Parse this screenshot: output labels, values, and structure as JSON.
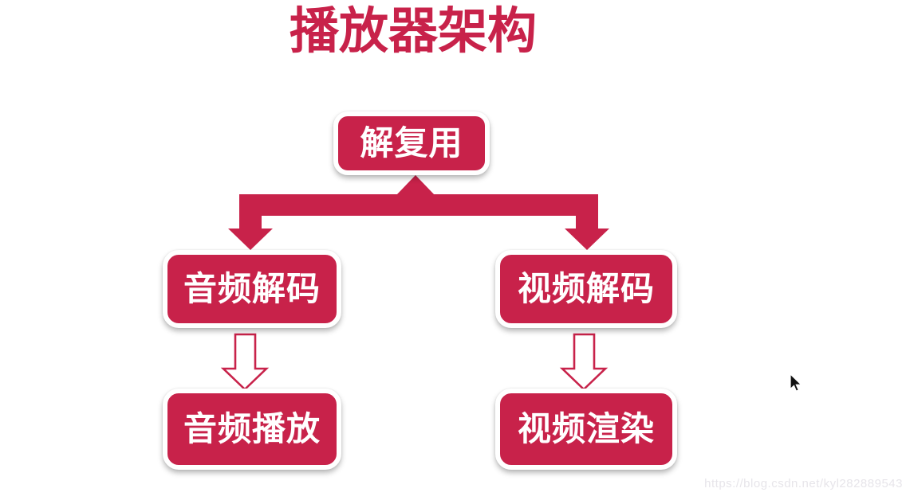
{
  "title": {
    "text": "播放器架构"
  },
  "colors": {
    "accent": "#C8224A",
    "node_fill": "#C8224A",
    "node_border": "#FFFFFF",
    "node_text": "#FFFFFF",
    "background": "#FFFFFF",
    "watermark_text": "#E7E5EA",
    "cursor_fill": "#111111"
  },
  "diagram": {
    "nodes": [
      {
        "id": "demux",
        "label": "解复用",
        "row": 1
      },
      {
        "id": "audio-decode",
        "label": "音频解码",
        "row": 2
      },
      {
        "id": "video-decode",
        "label": "视频解码",
        "row": 2
      },
      {
        "id": "audio-play",
        "label": "音频播放",
        "row": 3
      },
      {
        "id": "video-render",
        "label": "视频渲染",
        "row": 3
      }
    ],
    "edges": [
      {
        "from": "demux",
        "to": "audio-decode",
        "style": "solid-thick-branch",
        "arrowheads": [
          "up-into-demux",
          "down-into-audio-decode"
        ]
      },
      {
        "from": "demux",
        "to": "video-decode",
        "style": "solid-thick-branch",
        "arrowheads": [
          "up-into-demux",
          "down-into-video-decode"
        ]
      },
      {
        "from": "audio-decode",
        "to": "audio-play",
        "style": "hollow-outline-arrow",
        "direction": "down"
      },
      {
        "from": "video-decode",
        "to": "video-render",
        "style": "hollow-outline-arrow",
        "direction": "down"
      }
    ]
  },
  "watermark": {
    "text": "https://blog.csdn.net/kyl282889543"
  },
  "cursor": {
    "shape": "arrow-pointer"
  }
}
